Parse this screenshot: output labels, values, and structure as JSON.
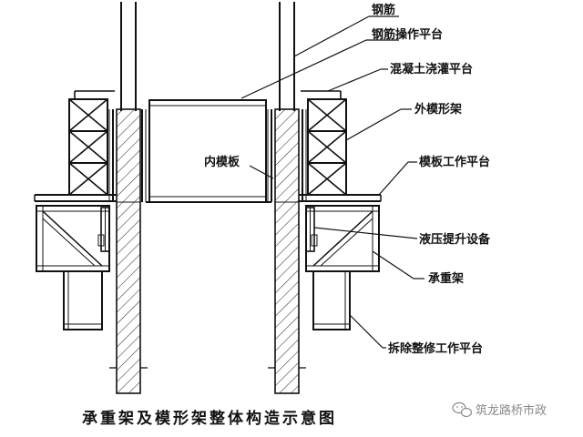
{
  "labels": {
    "rebar": "钢筋",
    "rebar_platform": "钢筋操作平台",
    "concrete_platform": "混凝土浇灌平台",
    "outer_formwork_frame": "外模形架",
    "inner_formwork": "内模板",
    "formwork_platform": "模板工作平台",
    "hydraulic_lift": "液压提升设备",
    "load_frame": "承重架",
    "dismantle_platform": "拆除整修工作平台"
  },
  "caption": "承重架及模形架整体构造示意图",
  "watermark": "筑龙路桥市政",
  "colors": {
    "ink": "#111111",
    "hatch": "#333333",
    "watermark": "#8a8a8a"
  }
}
